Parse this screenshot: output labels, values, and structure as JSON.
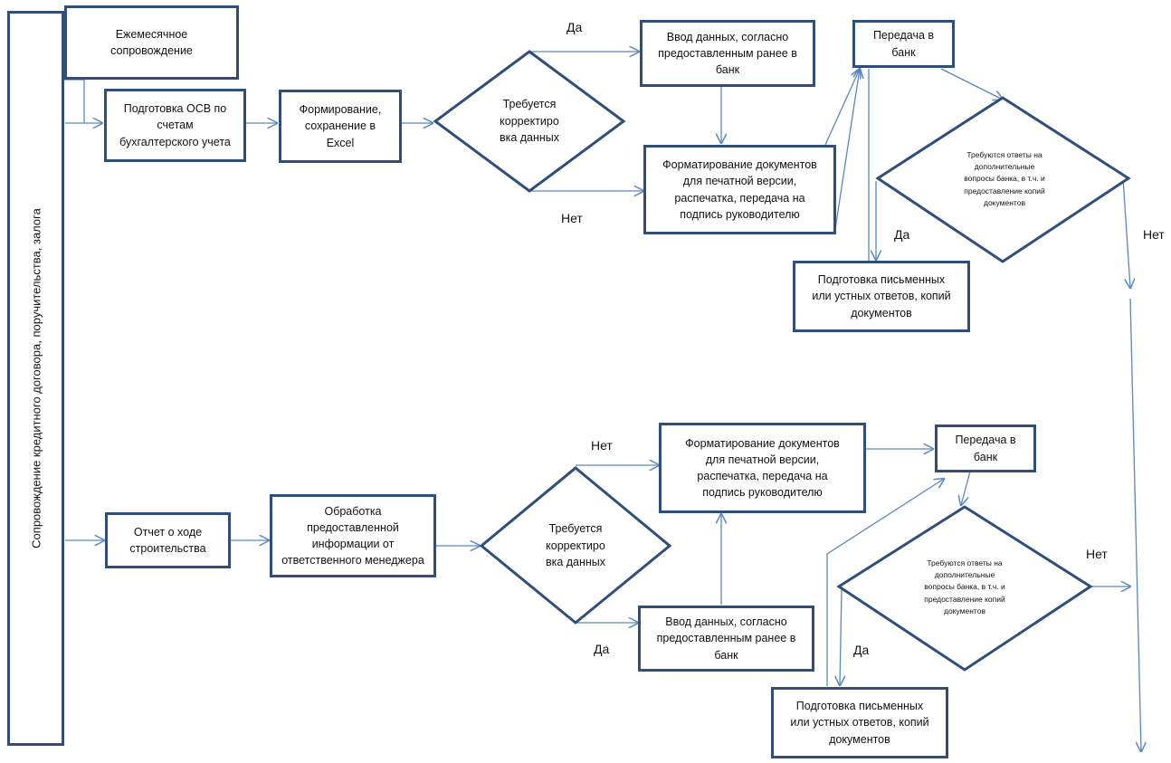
{
  "side_label": "Сопровождение кредитного договора, поручительства, залога",
  "title": "Ежемесячное\nсопровождение",
  "top_flow": {
    "osv": "Подготовка ОСВ по\nсчетам\nбухгалтерского  учета",
    "excel": "Формирование,\nсохранение в\nExcel",
    "decision": "Требуется\nкорректиро\nвка данных",
    "input": "Ввод данных, согласно\nпредоставленным  ранее в\nбанк",
    "format": "Форматирование документов\nдля печатной версии,\nраспечатка, передача на\nподпись руководителю",
    "transfer": "Передача в\nбанк",
    "question": "Требуются ответы на\nдополнительные\nвопросы банка, в т.ч. и\nпредоставление копий\nдокументов",
    "answers": "Подготовка письменных\nили устных ответов, копий\nдокументов",
    "yes_decision": "Да",
    "no_decision": "Нет",
    "yes_question": "Да",
    "no_question": "Нет"
  },
  "bottom_flow": {
    "report": "Отчет о ходе\nстроительства",
    "processing": "Обработка\nпредоставленной\nинформации от\nответственного менеджера",
    "decision": "Требуется\nкорректиро\nвка данных",
    "format": "Форматирование документов\nдля печатной версии,\nраспечатка, передача на\nподпись руководителю",
    "input": "Ввод данных, согласно\nпредоставленным  ранее в\nбанк",
    "transfer": "Передача в\nбанк",
    "question": "Требуются ответы на\nдополнительные\nвопросы банка, в т.ч. и\nпредоставление копий\nдокументов",
    "answers": "Подготовка письменных\nили устных ответов, копий\nдокументов",
    "no_decision": "Нет",
    "yes_decision": "Да",
    "no_question": "Нет",
    "yes_question": "Да"
  },
  "colors": {
    "border": "#2f4f7a",
    "line": "#5b87c0"
  }
}
